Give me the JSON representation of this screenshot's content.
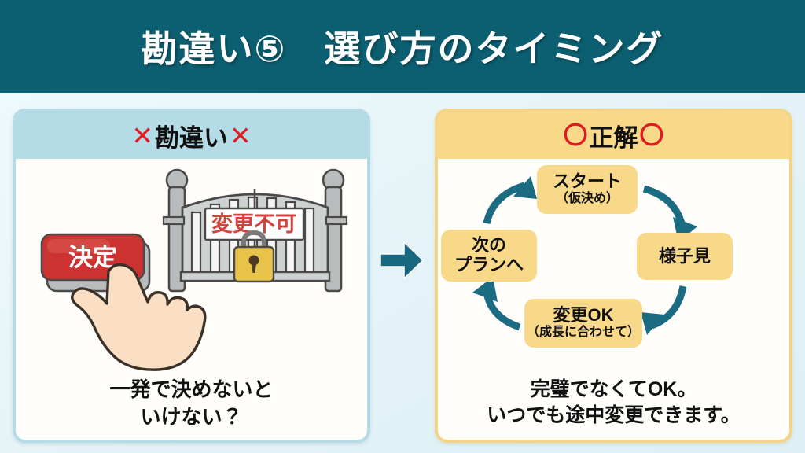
{
  "header": {
    "title": "勘違い⑤　選び方のタイミング"
  },
  "left_panel": {
    "head_prefix_icon": "x-mark",
    "head_label": "勘違い",
    "head_suffix_icon": "x-mark",
    "head_mark": "✕",
    "illustration": {
      "button_label": "決定",
      "gate_sign_label": "変更不可",
      "lock_icon": "padlock-icon"
    },
    "caption_line1": "一発で決めないと",
    "caption_line2": "いけない？"
  },
  "divider": {
    "arrow_icon": "right-arrow-icon"
  },
  "right_panel": {
    "head_mark": "〇",
    "head_label": "正解",
    "cycle": {
      "nodes": [
        {
          "main": "スタート",
          "sub": "（仮決め）"
        },
        {
          "main": "様子見",
          "sub": ""
        },
        {
          "main": "変更OK",
          "sub": "（成長に合わせて）"
        },
        {
          "main": "次の\nプランへ",
          "sub": ""
        }
      ],
      "node_next_line1": "次の",
      "node_next_line2": "プランへ"
    },
    "caption_line1": "完璧でなくてOK。",
    "caption_line2": "いつでも途中変更できます。"
  },
  "colors": {
    "header_bg": "#0c5f70",
    "left_accent": "#b4dbe6",
    "right_accent": "#f8d98a",
    "mark_red": "#e01b22",
    "arrow_teal": "#1b6c83",
    "button_red": "#cc3330"
  }
}
